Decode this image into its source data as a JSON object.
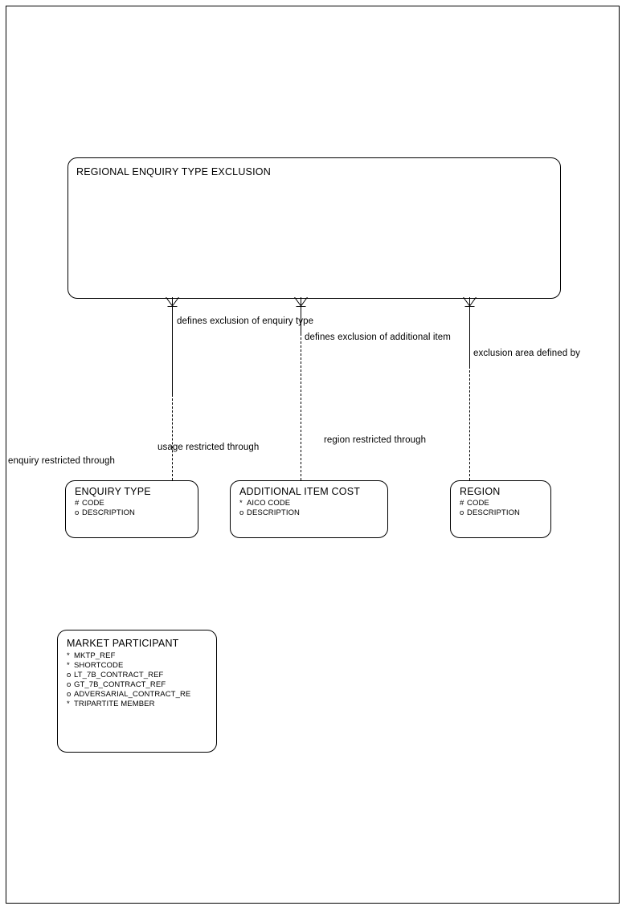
{
  "diagram": {
    "type": "entity-relationship-diagram",
    "notation": "oracle-designer-crows-foot",
    "background_color": "#ffffff",
    "line_color": "#000000",
    "text_color": "#000000"
  },
  "entities": [
    {
      "id": "regional-enquiry-type-exclusion",
      "name": "REGIONAL ENQUIRY TYPE EXCLUSION",
      "attributes": []
    },
    {
      "id": "enquiry-type",
      "name": "ENQUIRY TYPE",
      "attributes": [
        {
          "mark": "#",
          "name": "CODE"
        },
        {
          "mark": "o",
          "name": "DESCRIPTION"
        }
      ]
    },
    {
      "id": "additional-item-cost",
      "name": "ADDITIONAL ITEM COST",
      "attributes": [
        {
          "mark": "*",
          "name": "AICO CODE"
        },
        {
          "mark": "o",
          "name": "DESCRIPTION"
        }
      ]
    },
    {
      "id": "region",
      "name": "REGION",
      "attributes": [
        {
          "mark": "#",
          "name": "CODE"
        },
        {
          "mark": "o",
          "name": "DESCRIPTION"
        }
      ]
    },
    {
      "id": "market-participant",
      "name": "MARKET PARTICIPANT",
      "attributes": [
        {
          "mark": "*",
          "name": "MKTP_REF"
        },
        {
          "mark": "*",
          "name": "SHORTCODE"
        },
        {
          "mark": "o",
          "name": "LT_7B_CONTRACT_REF"
        },
        {
          "mark": "o",
          "name": "GT_7B_CONTRACT_REF"
        },
        {
          "mark": "o",
          "name": "ADVERSARIAL_CONTRACT_RE"
        },
        {
          "mark": "*",
          "name": "TRIPARTITE MEMBER"
        }
      ]
    }
  ],
  "relationships": [
    {
      "id": "rel-enquiry-type",
      "parent_label": "defines exclusion of enquiry type",
      "child_label": "enquiry restricted through"
    },
    {
      "id": "rel-additional-item",
      "parent_label": "defines exclusion of additional item",
      "child_label": "usage restricted through"
    },
    {
      "id": "rel-region",
      "parent_label": "exclusion area defined by",
      "child_label": "region restricted through"
    }
  ]
}
